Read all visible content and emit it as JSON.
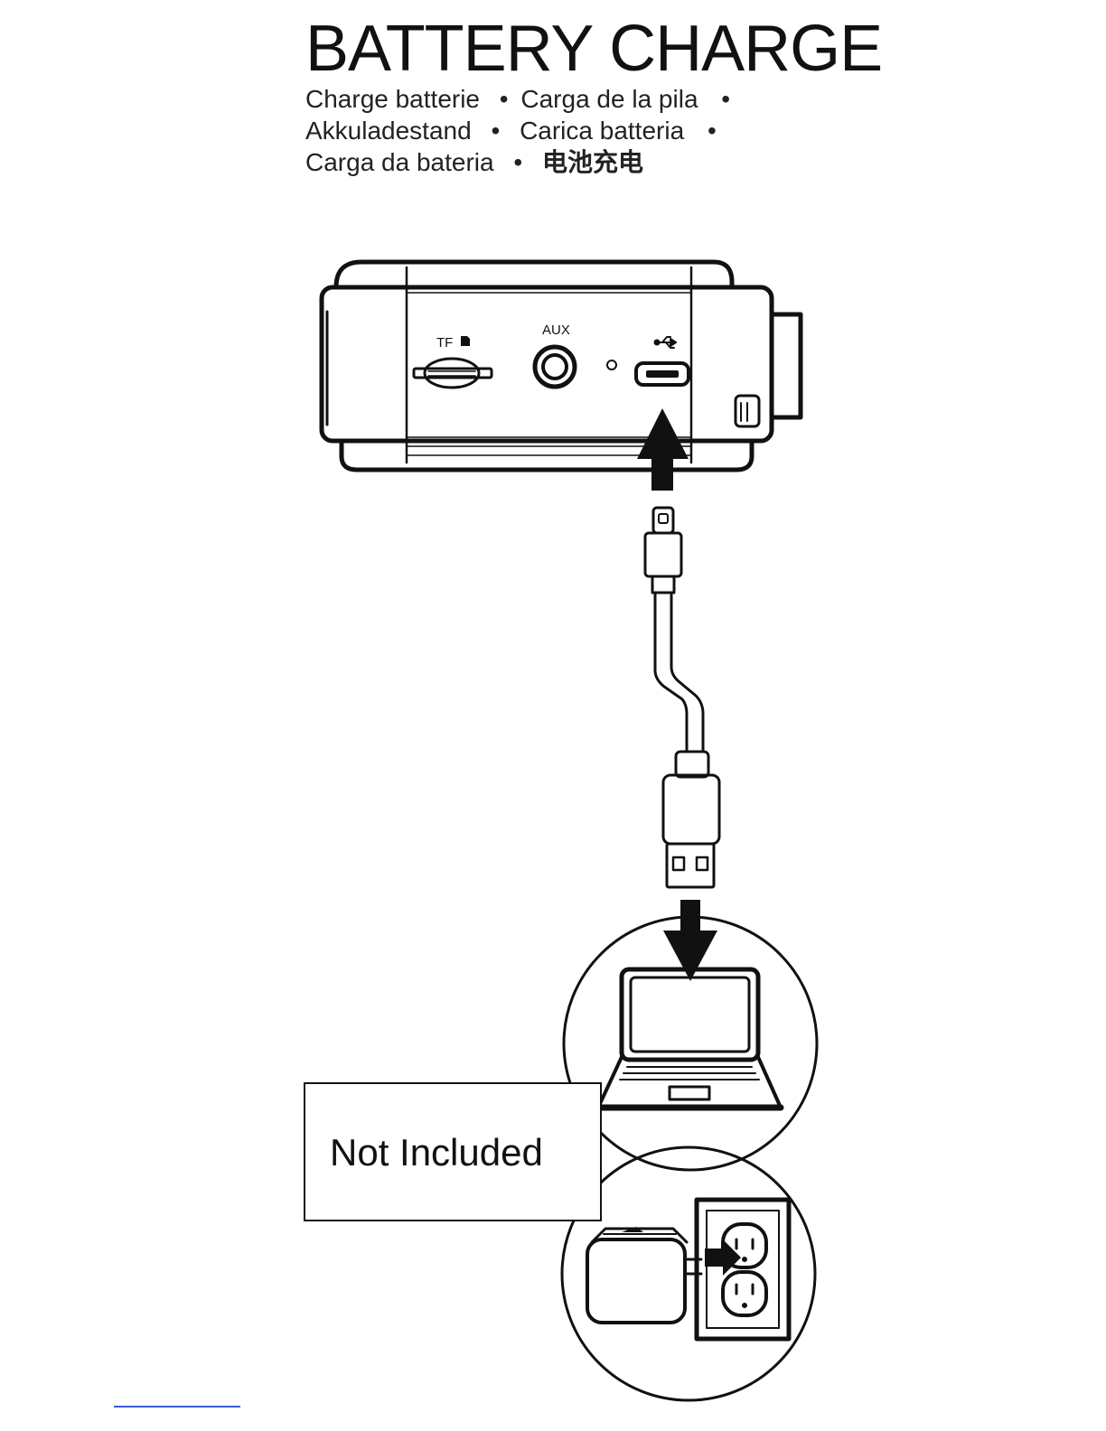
{
  "heading": {
    "title": "BATTERY CHARGE",
    "translations": [
      "Charge batterie",
      "Carga de la pila",
      "Akkuladestand",
      "Carica batteria",
      "Carga da bateria",
      "电池充电"
    ],
    "separator": "•"
  },
  "device": {
    "ports": {
      "tf_label": "TF",
      "aux_label": "AUX"
    },
    "icons": [
      "sd-card-icon",
      "usb-icon",
      "led-indicator-icon",
      "lanyard-loop-icon"
    ]
  },
  "cable": {
    "connectors": [
      "micro-usb-plug",
      "usb-a-plug"
    ]
  },
  "power_sources": {
    "items": [
      "laptop",
      "wall-adapter",
      "wall-outlet"
    ],
    "note": "Not Included"
  },
  "colors": {
    "ink": "#111111",
    "background": "#ffffff",
    "footer_line": "#3b5bdb"
  }
}
